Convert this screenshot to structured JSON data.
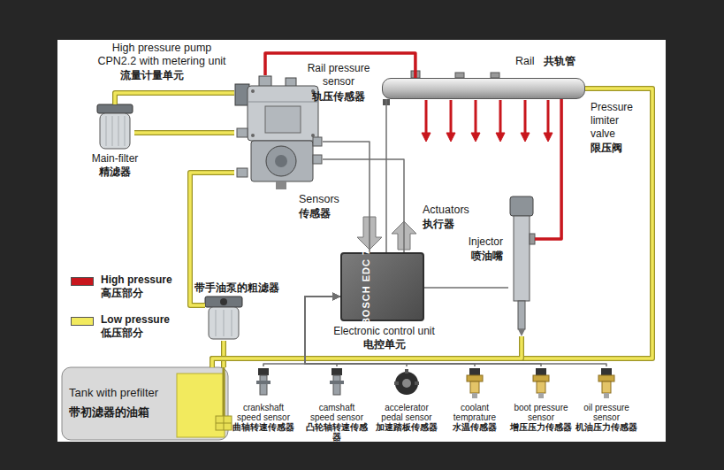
{
  "diagram": {
    "nodes": [
      {
        "text": [
          "High pressure pump",
          "CPN2.2 with metering unit",
          "流量计量单元"
        ]
      },
      {
        "text": [
          "Main-filter",
          "精滤器"
        ]
      },
      {
        "text": [
          "Rail",
          "共轨管"
        ]
      },
      {
        "text": [
          "BOSCH EDC 7",
          "Electronic control unit",
          "电控单元"
        ]
      },
      {
        "text": [
          "Injector",
          "喷油嘴"
        ]
      },
      {
        "text": [
          "带手油泵的粗滤器"
        ]
      },
      {
        "text": [
          "Tank with prefilter",
          "带初滤器的油箱"
        ]
      },
      {
        "text": [
          "crankshaft speed sensor",
          "曲轴转速传感器"
        ]
      },
      {
        "text": [
          "camshaft speed sensor",
          "凸轮轴转速传感器"
        ]
      },
      {
        "text": [
          "accelerator pedal sensor",
          "加速踏板传感器"
        ]
      },
      {
        "text": [
          "coolant temprature",
          "水温传感器"
        ]
      },
      {
        "text": [
          "boot pressure sensor",
          "增压压力传感器"
        ]
      },
      {
        "text": [
          "oil pressure sensor",
          "机油压力传感器"
        ]
      }
    ],
    "edges": [
      {
        "from": 6,
        "to": 5,
        "arrow": "none"
      },
      {
        "from": 5,
        "to": 0,
        "arrow": "none"
      },
      {
        "from": 0,
        "to": 1,
        "arrow": "none"
      },
      {
        "from": 1,
        "to": 0,
        "arrow": "none"
      },
      {
        "from": 0,
        "to": 2,
        "arrow": "none"
      },
      {
        "from": 2,
        "to": 4,
        "arrow": "none"
      },
      {
        "from": 2,
        "to": 6,
        "arrow": "none"
      },
      {
        "from": 4,
        "to": 6,
        "arrow": "none"
      },
      {
        "from": 3,
        "to": 0,
        "arrow": "none"
      },
      {
        "from": 0,
        "to": 3,
        "arrow": "none"
      },
      {
        "from": 2,
        "to": 3,
        "arrow": "none"
      },
      {
        "from": 3,
        "to": 4,
        "arrow": "none"
      },
      {
        "from": 7,
        "to": 3,
        "arrow": "to"
      },
      {
        "from": 8,
        "to": 3,
        "arrow": "to"
      },
      {
        "from": 9,
        "to": 3,
        "arrow": "to"
      },
      {
        "from": 10,
        "to": 3,
        "arrow": "to"
      },
      {
        "from": 11,
        "to": 3,
        "arrow": "to"
      },
      {
        "from": 12,
        "to": 3,
        "arrow": "to"
      }
    ],
    "labels": [
      "Rail pressure sensor",
      "轨压传感器",
      "Pressure limiter valve",
      "限压阀",
      "Sensors",
      "传感器",
      "Actuators",
      "执行器"
    ],
    "legend": [
      {
        "text": "High pressure 高压部分",
        "color": "#c8161d"
      },
      {
        "text": "Low pressure 低压部分",
        "color": "#f2ea5e"
      }
    ]
  }
}
